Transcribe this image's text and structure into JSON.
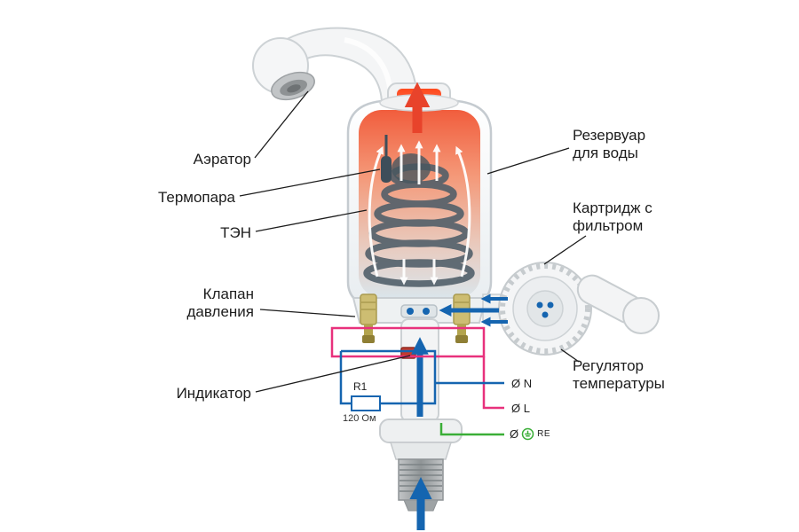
{
  "labels": {
    "aerator": "Аэратор",
    "thermocouple": "Термопара",
    "heating_element": "ТЭН",
    "pressure_valve": "Клапан давления",
    "indicator": "Индикатор",
    "reservoir": "Резервуар для воды",
    "filter_cartridge": "Картридж с фильтром",
    "temperature_regulator": "Регулятор температуры"
  },
  "wiring": {
    "terminal_neutral": "Ø N",
    "terminal_live": "Ø L",
    "terminal_ground_prefix": "Ø",
    "terminal_ground": "RE",
    "resistor_name": "R1",
    "resistor_value": "120 Ом"
  },
  "colors": {
    "hot_flow": "#e8432b",
    "cold_flow": "#1565b0",
    "wire_live": "#e8317c",
    "wire_neutral": "#1565b0",
    "wire_ground": "#3aae37",
    "leader_line": "#1c1c1c"
  }
}
